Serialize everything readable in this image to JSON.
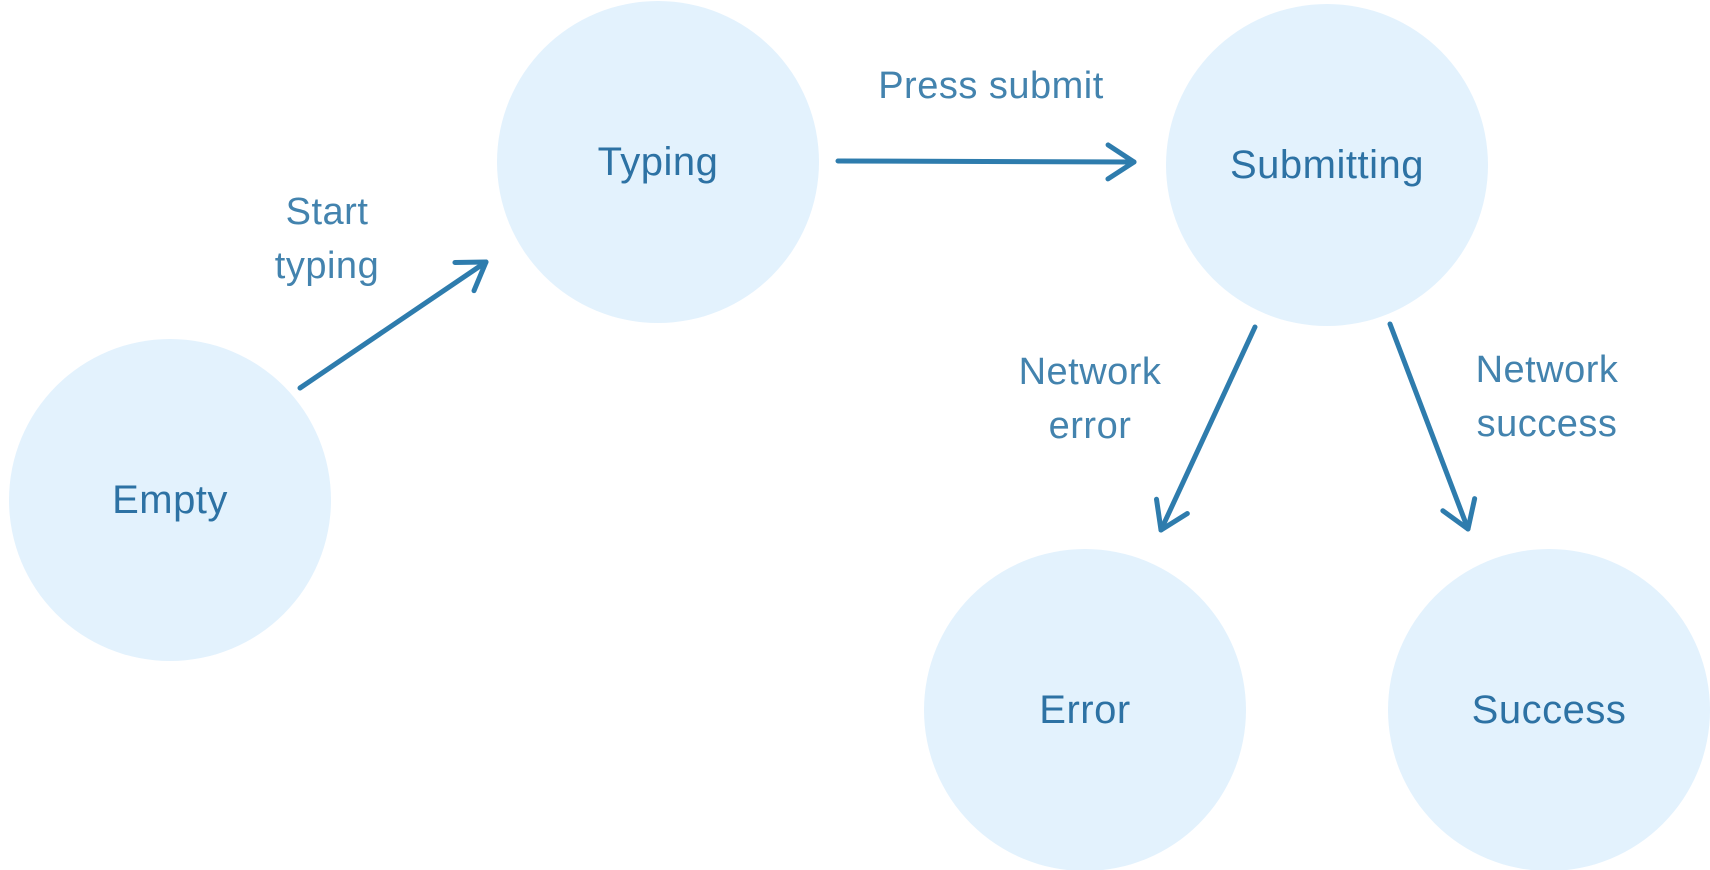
{
  "diagram": {
    "kind": "state-machine",
    "colors": {
      "background": "#ffffff",
      "node_fill": "#e3f2fd",
      "node_text": "#2d72a4",
      "arrow": "#2e7cad",
      "edge_label_text": "#4383ae"
    },
    "nodes": [
      {
        "id": "empty",
        "label": "Empty"
      },
      {
        "id": "typing",
        "label": "Typing"
      },
      {
        "id": "submitting",
        "label": "Submitting"
      },
      {
        "id": "error",
        "label": "Error"
      },
      {
        "id": "success",
        "label": "Success"
      }
    ],
    "edges": [
      {
        "from": "empty",
        "to": "typing",
        "label": "Start typing",
        "lines": [
          "Start",
          "typing"
        ]
      },
      {
        "from": "typing",
        "to": "submitting",
        "label": "Press submit",
        "lines": [
          "Press submit"
        ]
      },
      {
        "from": "submitting",
        "to": "error",
        "label": "Network error",
        "lines": [
          "Network",
          "error"
        ]
      },
      {
        "from": "submitting",
        "to": "success",
        "label": "Network success",
        "lines": [
          "Network",
          "success"
        ]
      }
    ]
  }
}
